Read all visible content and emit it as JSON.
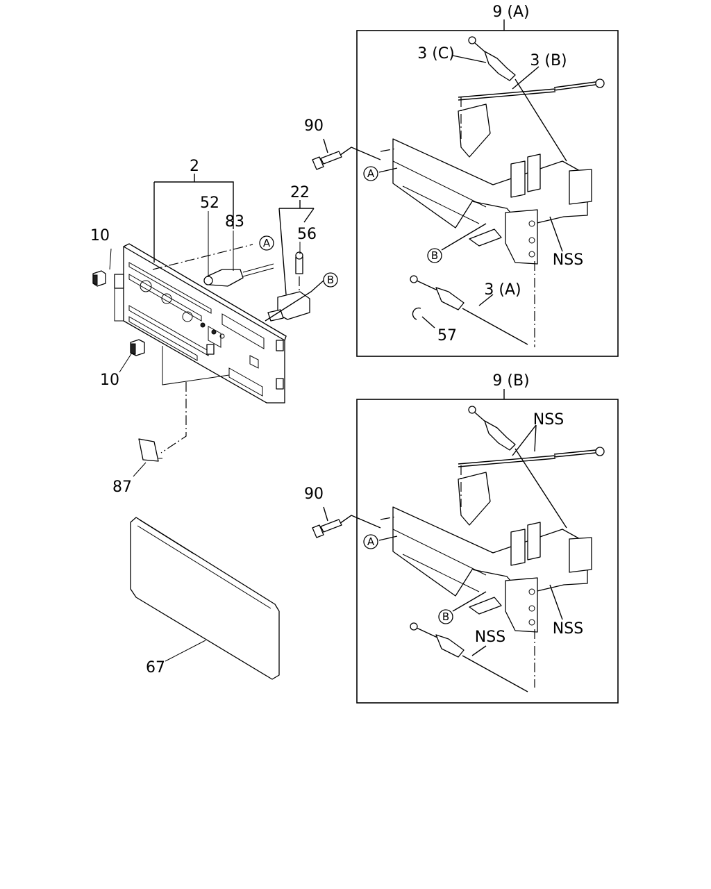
{
  "labels": {
    "group_a_title": "9 (A)",
    "group_b_title": "9 (B)",
    "p2": "2",
    "p52": "52",
    "p83": "83",
    "p10_top": "10",
    "p10_bottom": "10",
    "p22": "22",
    "p56": "56",
    "p87": "87",
    "p67": "67",
    "p90_a": "90",
    "p90_b": "90",
    "p3c": "3 (C)",
    "p3b": "3 (B)",
    "p3a": "3 (A)",
    "p57": "57",
    "nss_a_right": "NSS",
    "nss_b_top": "NSS",
    "nss_b_right": "NSS",
    "nss_b_cable": "NSS"
  },
  "markers": {
    "a": "A",
    "b": "B"
  }
}
